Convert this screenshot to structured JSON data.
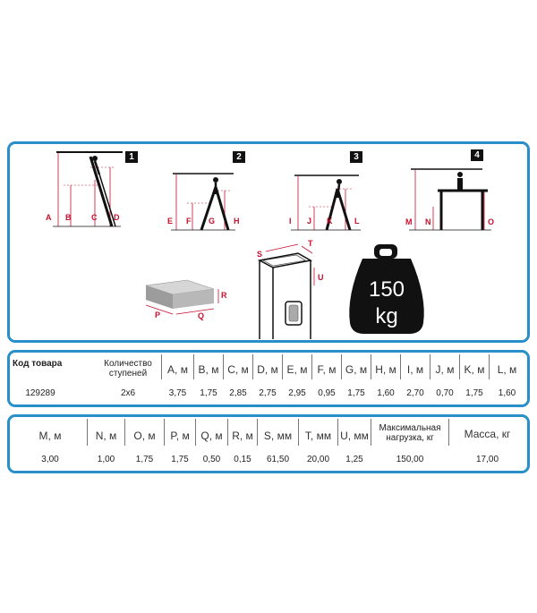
{
  "diagrams": {
    "panels": [
      {
        "number": "1",
        "labels": [
          "A",
          "B",
          "C",
          "D"
        ]
      },
      {
        "number": "2",
        "labels": [
          "E",
          "F",
          "G",
          "H"
        ]
      },
      {
        "number": "3",
        "labels": [
          "I",
          "J",
          "K",
          "L"
        ]
      },
      {
        "number": "4",
        "labels": [
          "M",
          "N",
          "O"
        ]
      }
    ],
    "box_labels": [
      "P",
      "Q",
      "R"
    ],
    "profile_labels": [
      "S",
      "T",
      "U"
    ],
    "weight": {
      "value": "150",
      "unit": "kg"
    }
  },
  "table1": {
    "code_header": "Код товара",
    "steps_header_1": "Количество",
    "steps_header_2": "ступеней",
    "code_value": "129289",
    "steps_value": "2x6",
    "columns": [
      {
        "label": "A, м",
        "value": "3,75"
      },
      {
        "label": "B, м",
        "value": "1,75"
      },
      {
        "label": "C, м",
        "value": "2,85"
      },
      {
        "label": "D, м",
        "value": "2,75"
      },
      {
        "label": "E, м",
        "value": "2,95"
      },
      {
        "label": "F, м",
        "value": "0,95"
      },
      {
        "label": "G, м",
        "value": "1,75"
      },
      {
        "label": "H, м",
        "value": "1,60"
      },
      {
        "label": "I, м",
        "value": "2,70"
      },
      {
        "label": "J, м",
        "value": "0,70"
      },
      {
        "label": "K, м",
        "value": "1,75"
      },
      {
        "label": "L, м",
        "value": "1,60"
      }
    ]
  },
  "table2": {
    "columns": [
      {
        "label": "M, м",
        "value": "3,00"
      },
      {
        "label": "N, м",
        "value": "1,00"
      },
      {
        "label": "O, м",
        "value": "1,75"
      },
      {
        "label": "P, м",
        "value": "1,75"
      },
      {
        "label": "Q, м",
        "value": "0,50"
      },
      {
        "label": "R, м",
        "value": "0,15"
      },
      {
        "label": "S, мм",
        "value": "61,50"
      },
      {
        "label": "T, мм",
        "value": "20,00"
      },
      {
        "label": "U, мм",
        "value": "1,25"
      }
    ],
    "max_load_label_1": "Максимальная",
    "max_load_label_2": "нагрузка, кг",
    "max_load_value": "150,00",
    "mass_label": "Масса, кг",
    "mass_value": "17,00"
  },
  "colors": {
    "frame": "#2a8fc9",
    "dimension": "#c8102e",
    "ink": "#111111"
  }
}
